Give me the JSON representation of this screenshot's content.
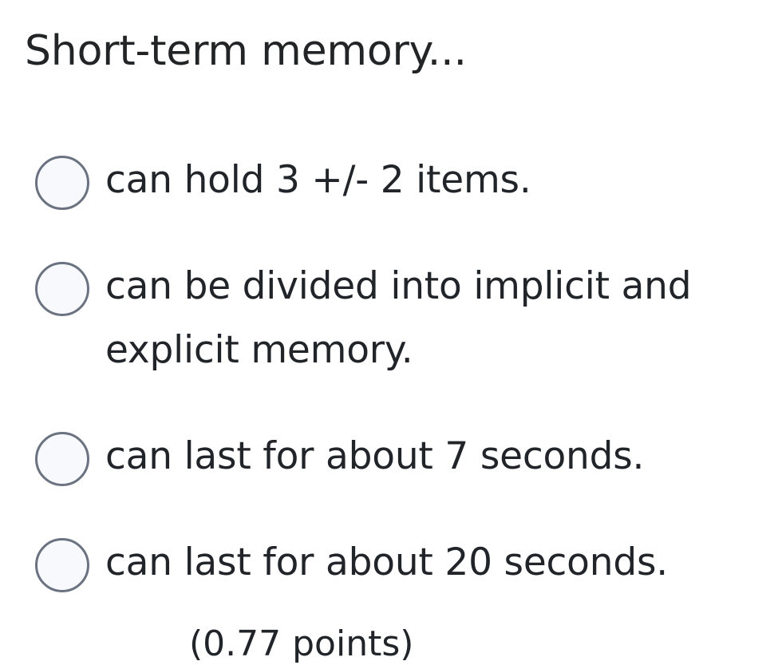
{
  "page": {
    "background_color": "#ffffff",
    "text_color": "#212529",
    "accent_color": "#6b7280"
  },
  "question": {
    "stem": "Short-term memory...",
    "type": "multiple-choice-single-answer",
    "selected_option_index": null
  },
  "options": [
    {
      "id": "option-a",
      "label": "can hold 3 +/- 2 items.",
      "selected": false
    },
    {
      "id": "option-b",
      "label": "can be divided into implicit and explicit memory.",
      "selected": false
    },
    {
      "id": "option-c",
      "label": "can last for about 7 seconds.",
      "selected": false
    },
    {
      "id": "option-d",
      "label": "can last for about 20 seconds.",
      "selected": false
    }
  ],
  "footer": {
    "clipped_text": "(0.77 points)"
  }
}
